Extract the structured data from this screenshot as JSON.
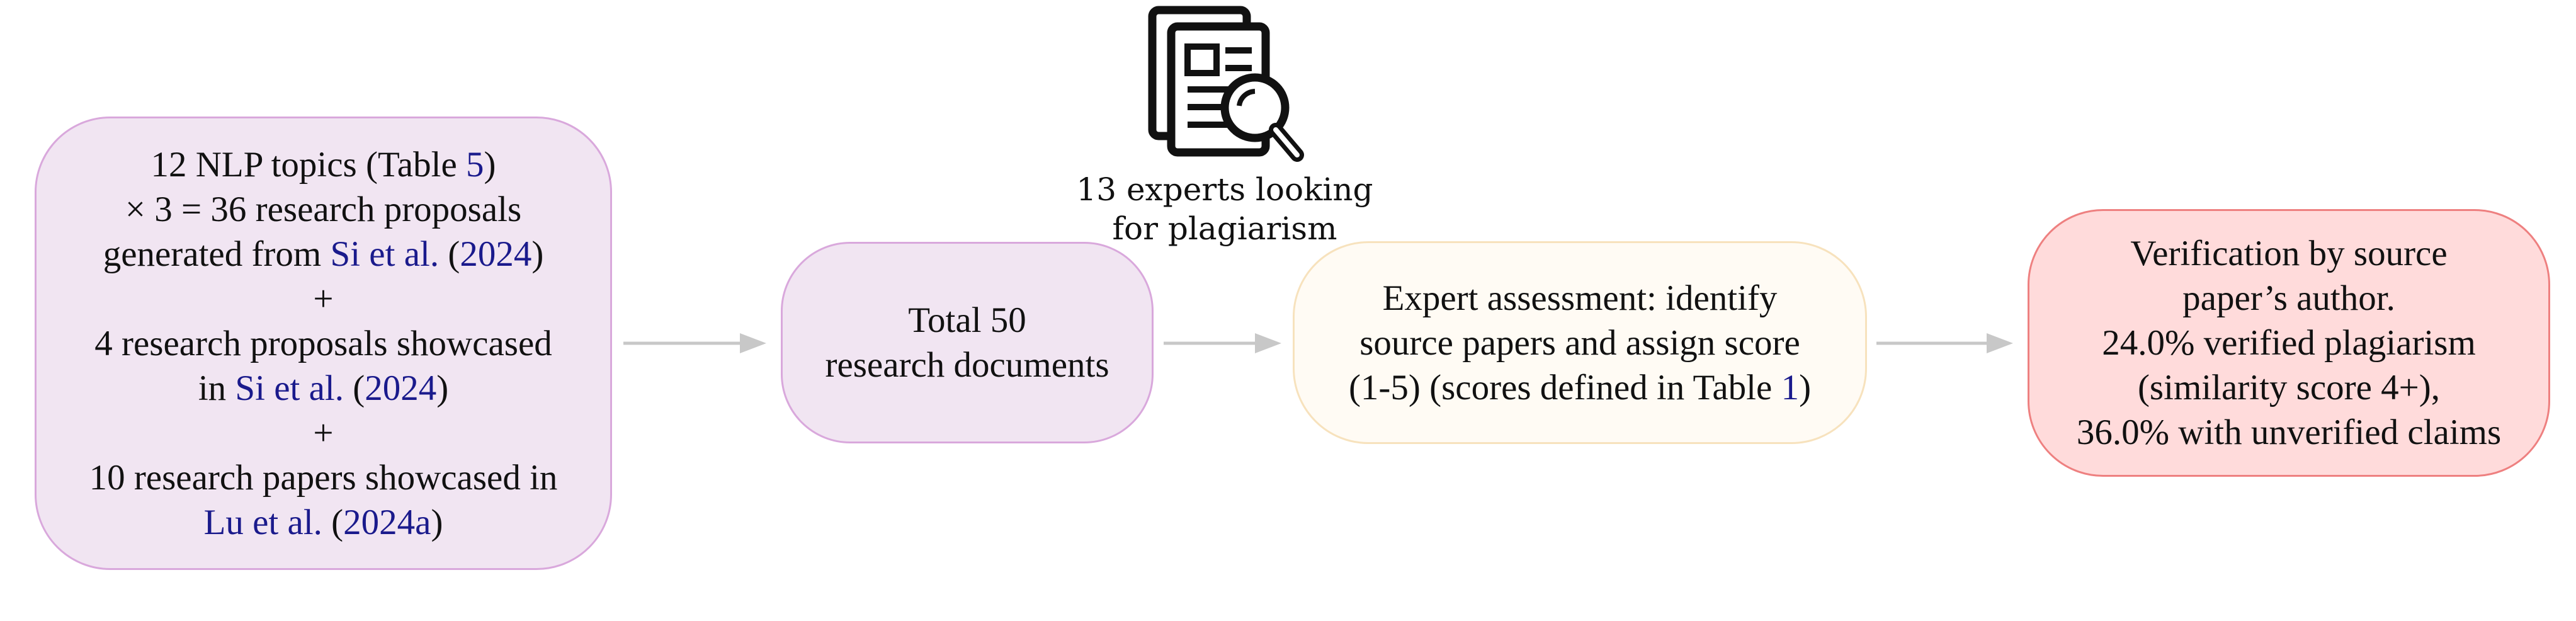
{
  "diagram": {
    "colors": {
      "box1_fill": "#f1e5f2",
      "box1_border": "#d9a8dc",
      "box2_fill": "#f1e5f2",
      "box2_border": "#d9a8dc",
      "box3_fill": "#fffbf4",
      "box3_border": "#f7e2bd",
      "box4_fill": "#ffdbdb",
      "box4_border": "#ee8080",
      "arrow": "#c8c8c8",
      "citation": "#1a1a8c"
    },
    "box1": {
      "line1": {
        "a": "12 NLP topics (Table ",
        "b": "5",
        "c": ")"
      },
      "line2": "× 3 = 36 research proposals",
      "line3": {
        "a": "generated from ",
        "b": "Si et al.",
        "c": " (",
        "d": "2024",
        "e": ")"
      },
      "line4": "+",
      "line5": "4 research proposals showcased",
      "line6": {
        "a": "in ",
        "b": "Si et al.",
        "c": " (",
        "d": "2024",
        "e": ")"
      },
      "line7": "+",
      "line8": "10 research papers showcased in",
      "line9": {
        "a": "Lu et al.",
        "b": " (",
        "c": "2024a",
        "d": ")"
      }
    },
    "box2": {
      "line1": "Total 50",
      "line2": "research documents"
    },
    "experts": {
      "icon": "document-search-icon",
      "line1": "13 experts looking",
      "line2": "for plagiarism"
    },
    "box3": {
      "line1": "Expert assessment: identify",
      "line2": "source papers and assign score",
      "line3": {
        "a": "(1-5) (scores defined in Table ",
        "b": "1",
        "c": ")"
      }
    },
    "box4": {
      "line1": "Verification by source",
      "line2": "paper’s author.",
      "line3": "24.0% verified plagiarism",
      "line4": "(similarity score 4+),",
      "line5": "36.0% with unverified claims"
    }
  }
}
